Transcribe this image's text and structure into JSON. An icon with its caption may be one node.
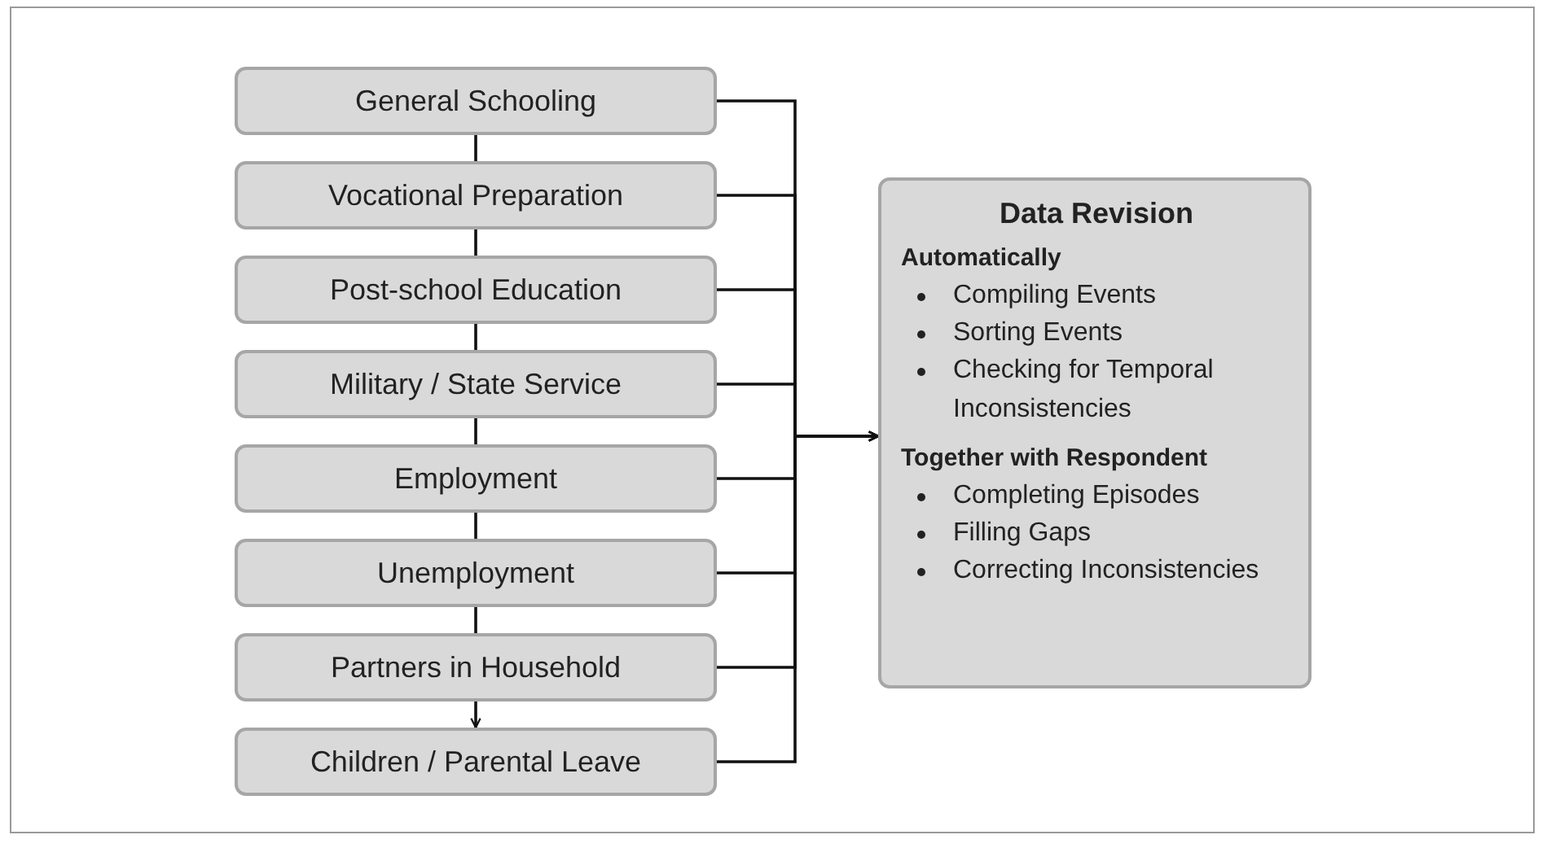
{
  "diagram": {
    "nodes": [
      {
        "text": [
          "General Schooling"
        ]
      },
      {
        "text": [
          "Vocational Preparation"
        ]
      },
      {
        "text": [
          "Post-school Education"
        ]
      },
      {
        "text": [
          "Military / State Service"
        ]
      },
      {
        "text": [
          "Employment"
        ]
      },
      {
        "text": [
          "Unemployment"
        ]
      },
      {
        "text": [
          "Partners in Household"
        ]
      },
      {
        "text": [
          "Children / Parental Leave"
        ]
      },
      {
        "text": [
          "Data Revision",
          "Automatically",
          "Compiling Events",
          "Sorting Events",
          "Checking for Temporal Inconsistencies",
          "Together with Respondent",
          "Completing Episodes",
          "Filling Gaps",
          "Correcting Inconsistencies"
        ]
      }
    ],
    "edges": [
      {
        "from": 0,
        "to": 1,
        "arrow": "none"
      },
      {
        "from": 1,
        "to": 2,
        "arrow": "none"
      },
      {
        "from": 2,
        "to": 3,
        "arrow": "none"
      },
      {
        "from": 3,
        "to": 4,
        "arrow": "none"
      },
      {
        "from": 4,
        "to": 5,
        "arrow": "none"
      },
      {
        "from": 5,
        "to": 6,
        "arrow": "none"
      },
      {
        "from": 6,
        "to": 7,
        "arrow": "to"
      },
      {
        "from": 0,
        "to": 8,
        "arrow": "to"
      },
      {
        "from": 1,
        "to": 8,
        "arrow": "to"
      },
      {
        "from": 2,
        "to": 8,
        "arrow": "to"
      },
      {
        "from": 3,
        "to": 8,
        "arrow": "to"
      },
      {
        "from": 4,
        "to": 8,
        "arrow": "to"
      },
      {
        "from": 5,
        "to": 8,
        "arrow": "to"
      },
      {
        "from": 6,
        "to": 8,
        "arrow": "to"
      },
      {
        "from": 7,
        "to": 8,
        "arrow": "to"
      }
    ]
  }
}
